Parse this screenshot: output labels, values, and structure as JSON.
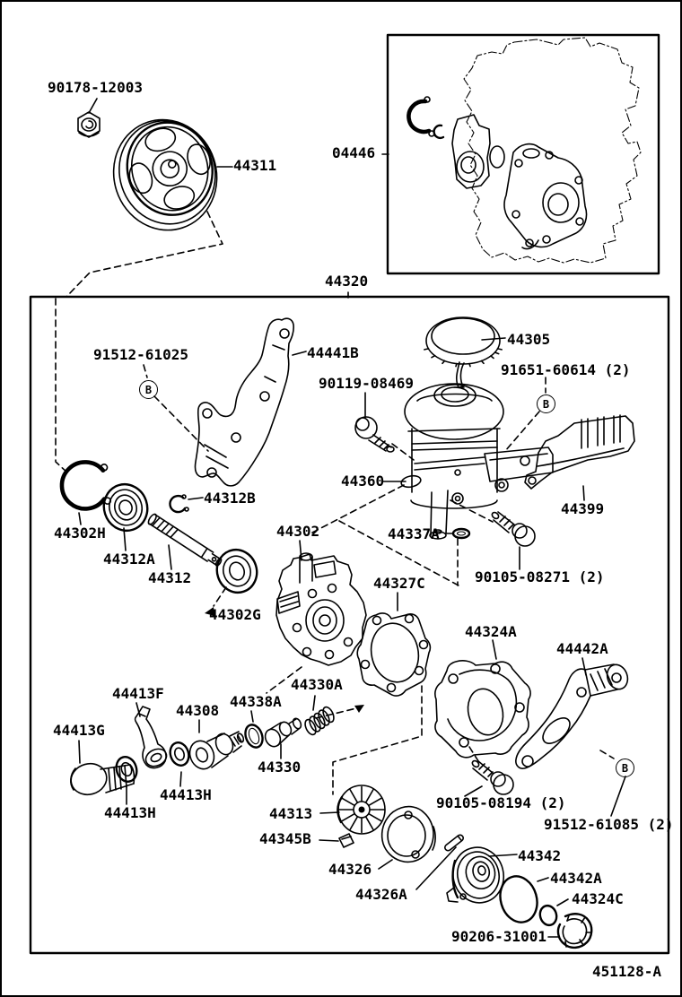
{
  "figure": {
    "code": "451128-A",
    "assembly": "44320",
    "inset_kit": "04446"
  },
  "colors": {
    "ink": "#000000",
    "paper": "#ffffff"
  },
  "labels": {
    "pulley_nut": "90178-12003",
    "pulley": "44311",
    "inset_kit": "04446",
    "assembly": "44320",
    "bolt_b1": "91512-61025",
    "front_bracket": "44441B",
    "reservoir_bolt": "90119-08469",
    "cap": "44305",
    "bolt_b2": "91651-60614 (2)",
    "reservoir": "44360",
    "heat_shield": "44399",
    "snap_ring_small": "44312B",
    "snap_ring_large": "44302H",
    "bearing": "44312A",
    "shaft": "44312",
    "front_housing": "44302",
    "suction_oring": "44337A",
    "reservoir_bolt2": "90105-08271 (2)",
    "oil_seal": "44302G",
    "plate_gasket": "44327C",
    "rear_housing": "44324A",
    "rear_bracket": "44442A",
    "lever": "44413F",
    "union": "44308",
    "union_oring": "44338A",
    "spring": "44330A",
    "plug": "44413G",
    "flow_valve": "44330",
    "washer_right": "44413H",
    "washer_left": "44413H",
    "rotor": "44313",
    "vane_plate": "44345B",
    "rear_bolt": "90105-08194 (2)",
    "bolt_b3": "91512-61085 (2)",
    "cam_ring": "44326",
    "pin": "44326A",
    "side_plate": "44342",
    "oring_large": "44342A",
    "oring_small": "44324C",
    "rear_snap_ring": "90206-31001",
    "figure_code": "451128-A",
    "b_symbol": "B"
  }
}
